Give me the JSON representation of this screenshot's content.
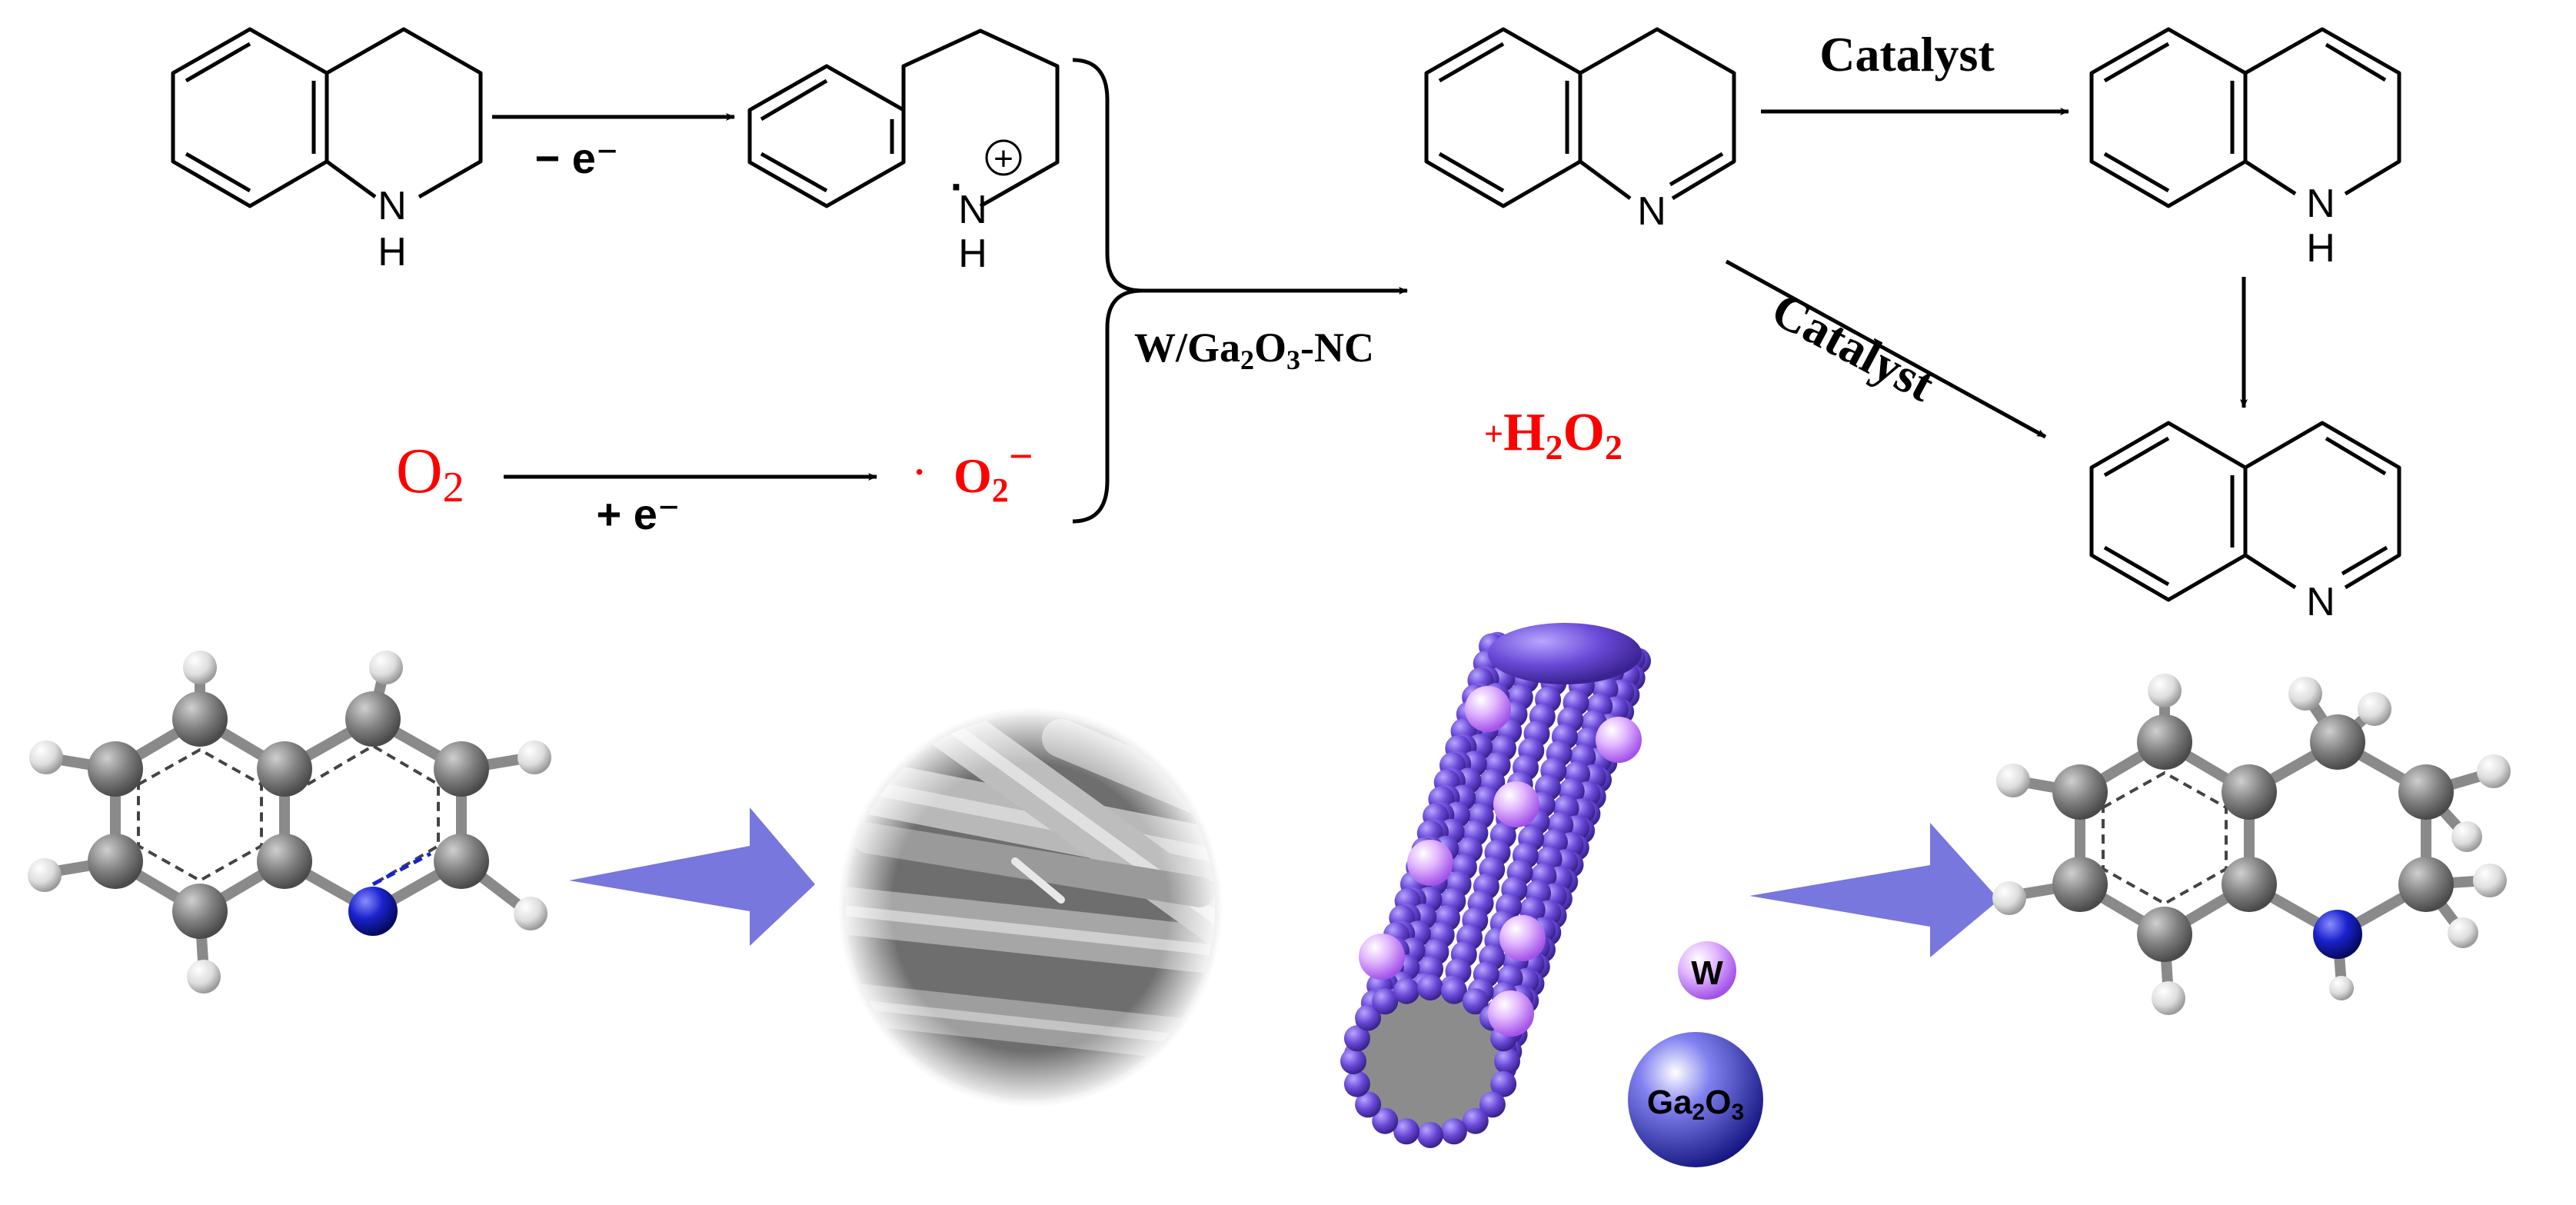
{
  "scheme": {
    "step1_label": "− e⁻",
    "o2_reactant": "O",
    "o2_reactant_sub": "2",
    "step2_label": "+ e⁻",
    "superoxide_dot": "·",
    "superoxide_main": "O",
    "superoxide_sub": "2",
    "superoxide_charge": "−",
    "radical_dot": "·",
    "cation_charge": "+",
    "catalyst_pre": "W/Ga",
    "catalyst_sub1": "2",
    "catalyst_mid": "O",
    "catalyst_sub2": "3",
    "catalyst_post": "-NC",
    "byproduct_plus": "+",
    "byproduct_h": "H",
    "byproduct_sub1": "2",
    "byproduct_o": "O",
    "byproduct_sub2": "2",
    "catalyst_top": "Catalyst",
    "catalyst_diag": "Catalyst",
    "atom_n": "N",
    "atom_h": "H"
  },
  "legend": {
    "w_label": "W",
    "ga_main": "Ga",
    "ga_sub1": "2",
    "ga_mid": "O",
    "ga_sub2": "3"
  },
  "colors": {
    "red_text": "#ff0000",
    "arrow_blue": "#7777dd",
    "nanotube": "#6a4ad8",
    "w_particle": "#cf8ff7",
    "ga2o3_sphere": "#2f2fb6",
    "carbon": "#777777",
    "hydrogen": "#dddddd",
    "nitrogen": "#1a22cc"
  }
}
